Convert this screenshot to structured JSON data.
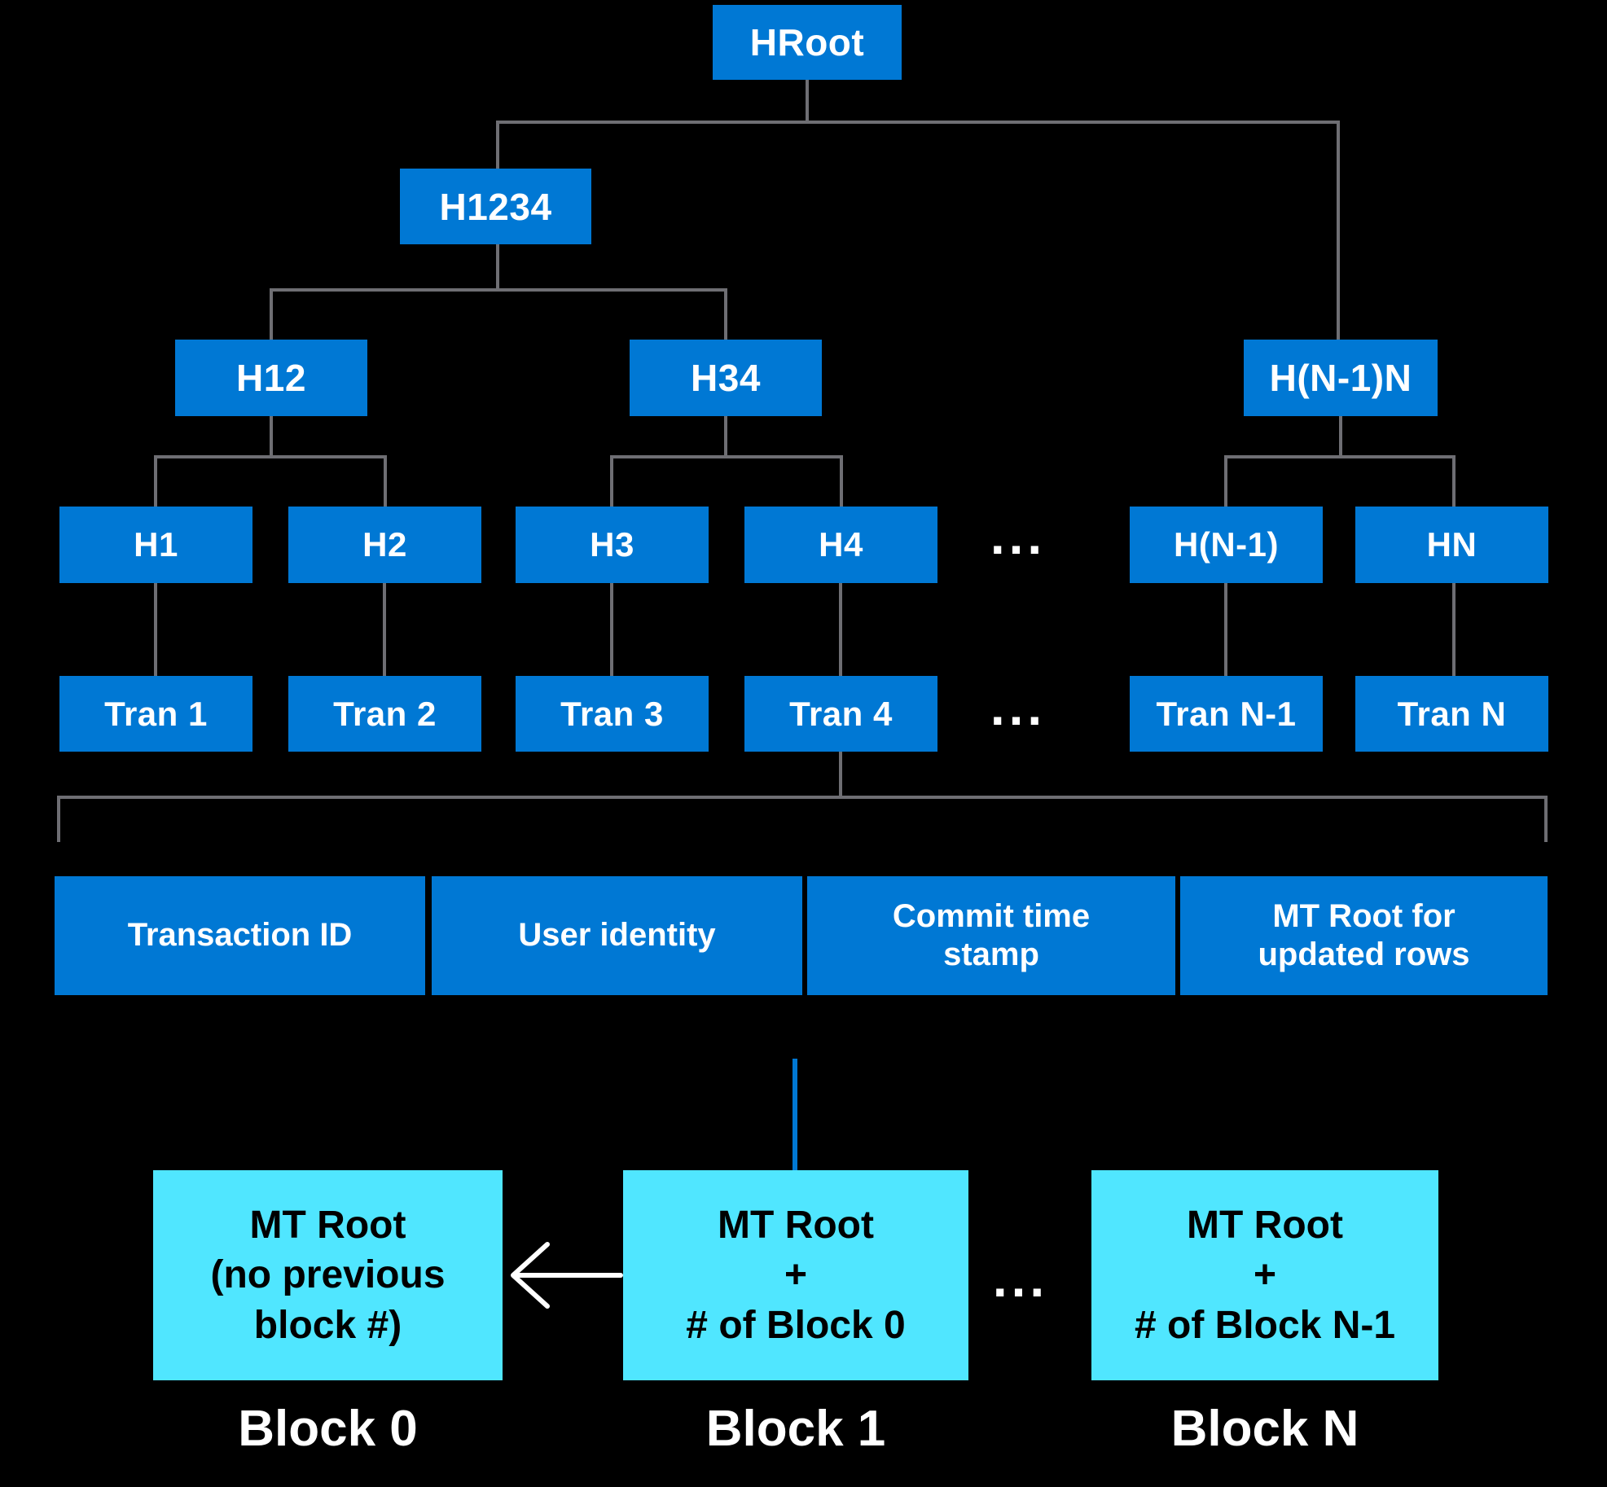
{
  "colors": {
    "node_blue": "#0078D4",
    "block_cyan": "#50E6FF",
    "connector_gray": "#6E6E73",
    "arrow_white": "#FFFFFF",
    "background": "#000000",
    "text_on_blue": "#FFFFFF",
    "text_on_cyan": "#000000"
  },
  "tree": {
    "root": "HRoot",
    "level2": "H1234",
    "level3": {
      "h12": "H12",
      "h34": "H34",
      "hn1n": "H(N-1)N"
    },
    "hashes": {
      "h1": "H1",
      "h2": "H2",
      "h3": "H3",
      "h4": "H4",
      "hn1": "H(N-1)",
      "hn": "HN"
    },
    "transactions": {
      "t1": "Tran 1",
      "t2": "Tran 2",
      "t3": "Tran 3",
      "t4": "Tran 4",
      "tn1": "Tran N-1",
      "tn": "Tran N"
    },
    "ellipsis_hash_row": "...",
    "ellipsis_tran_row": "..."
  },
  "transaction_detail": {
    "cells": [
      "Transaction ID",
      "User identity",
      "Commit time\nstamp",
      "MT Root for\nupdated rows"
    ]
  },
  "blocks": {
    "block0": {
      "content": "MT Root\n(no previous\nblock #)",
      "label": "Block 0"
    },
    "block1": {
      "content": "MT Root\n+\n# of Block 0",
      "label": "Block 1"
    },
    "blockn": {
      "content": "MT Root\n+\n# of Block N-1",
      "label": "Block N"
    },
    "ellipsis": "..."
  }
}
